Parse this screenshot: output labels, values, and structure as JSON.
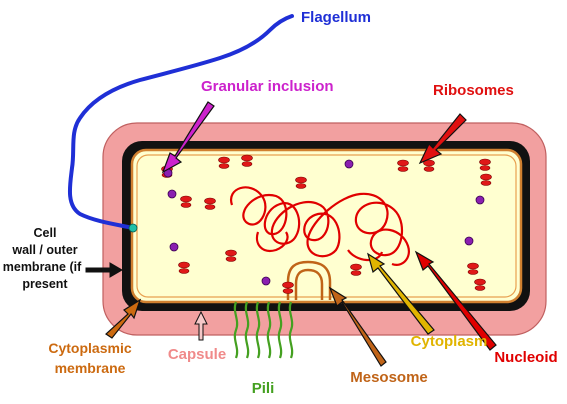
{
  "labels": {
    "flagellum": "Flagellum",
    "granular_inclusion": "Granular inclusion",
    "ribosomes": "Ribosomes",
    "cell_wall_line1": "Cell",
    "cell_wall_line2": "wall / outer",
    "cell_wall_line3": "membrane (if",
    "cell_wall_line4": "present",
    "cytoplasmic_membrane_line1": "Cytoplasmic",
    "cytoplasmic_membrane_line2": "membrane",
    "capsule": "Capsule",
    "pili": "Pili",
    "mesosome": "Mesosome",
    "cytoplasm": "Cytoplasm",
    "nucleoid": "Nucleoid"
  },
  "colors": {
    "flagellum": "#1f2fd6",
    "granular_inclusion": "#cc22cc",
    "ribosomes": "#e01010",
    "cell_wall": "#111111",
    "cytoplasmic_membrane": "#cc6a10",
    "capsule_fill": "#f2a0a0",
    "capsule_text": "#f08a8a",
    "cytoplasm_fill": "#ffffd0",
    "pili": "#44a020",
    "mesosome": "#c06418",
    "cytoplasm_arrow": "#e0b400",
    "nucleoid": "#e00000",
    "granule_fill": "#8a1fb0"
  }
}
